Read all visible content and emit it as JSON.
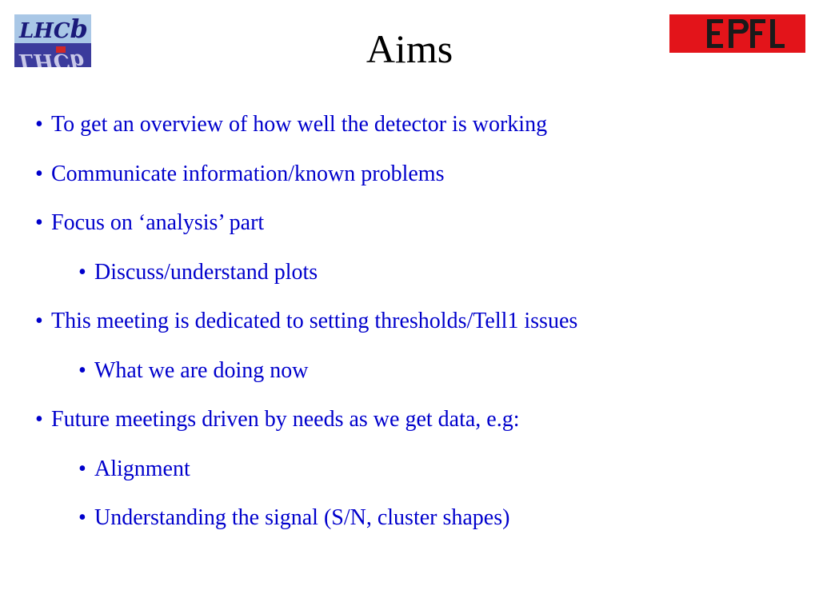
{
  "slide": {
    "title": "Aims",
    "logos": {
      "left": {
        "name": "lhcb-logo",
        "text_top": "LHCb",
        "text_bottom": "LHCb",
        "colors": {
          "background": "#3b3b9c",
          "top_band": "#a9c7e6",
          "text": "#1a1a7a",
          "accent": "#d12828"
        }
      },
      "right": {
        "name": "epfl-logo",
        "text": "EPFL",
        "colors": {
          "background": "#e3141a",
          "text": "#1a1a1a"
        }
      }
    },
    "bullet_symbol": "•",
    "bullets": [
      {
        "level": 1,
        "text": "To get an overview of how well the detector is working"
      },
      {
        "level": 1,
        "text": "Communicate information/known problems"
      },
      {
        "level": 1,
        "text": "Focus on ‘analysis’ part"
      },
      {
        "level": 2,
        "text": "Discuss/understand plots"
      },
      {
        "level": 1,
        "text": "This meeting is dedicated to setting thresholds/Tell1 issues"
      },
      {
        "level": 2,
        "text": "What we are doing now"
      },
      {
        "level": 1,
        "text": "Future meetings driven by needs as we get data, e.g:"
      },
      {
        "level": 2,
        "text": "Alignment"
      },
      {
        "level": 2,
        "text": "Understanding the signal (S/N, cluster shapes)"
      }
    ],
    "colors": {
      "title": "#000000",
      "bullet_text": "#0000cc",
      "background": "#ffffff"
    }
  }
}
